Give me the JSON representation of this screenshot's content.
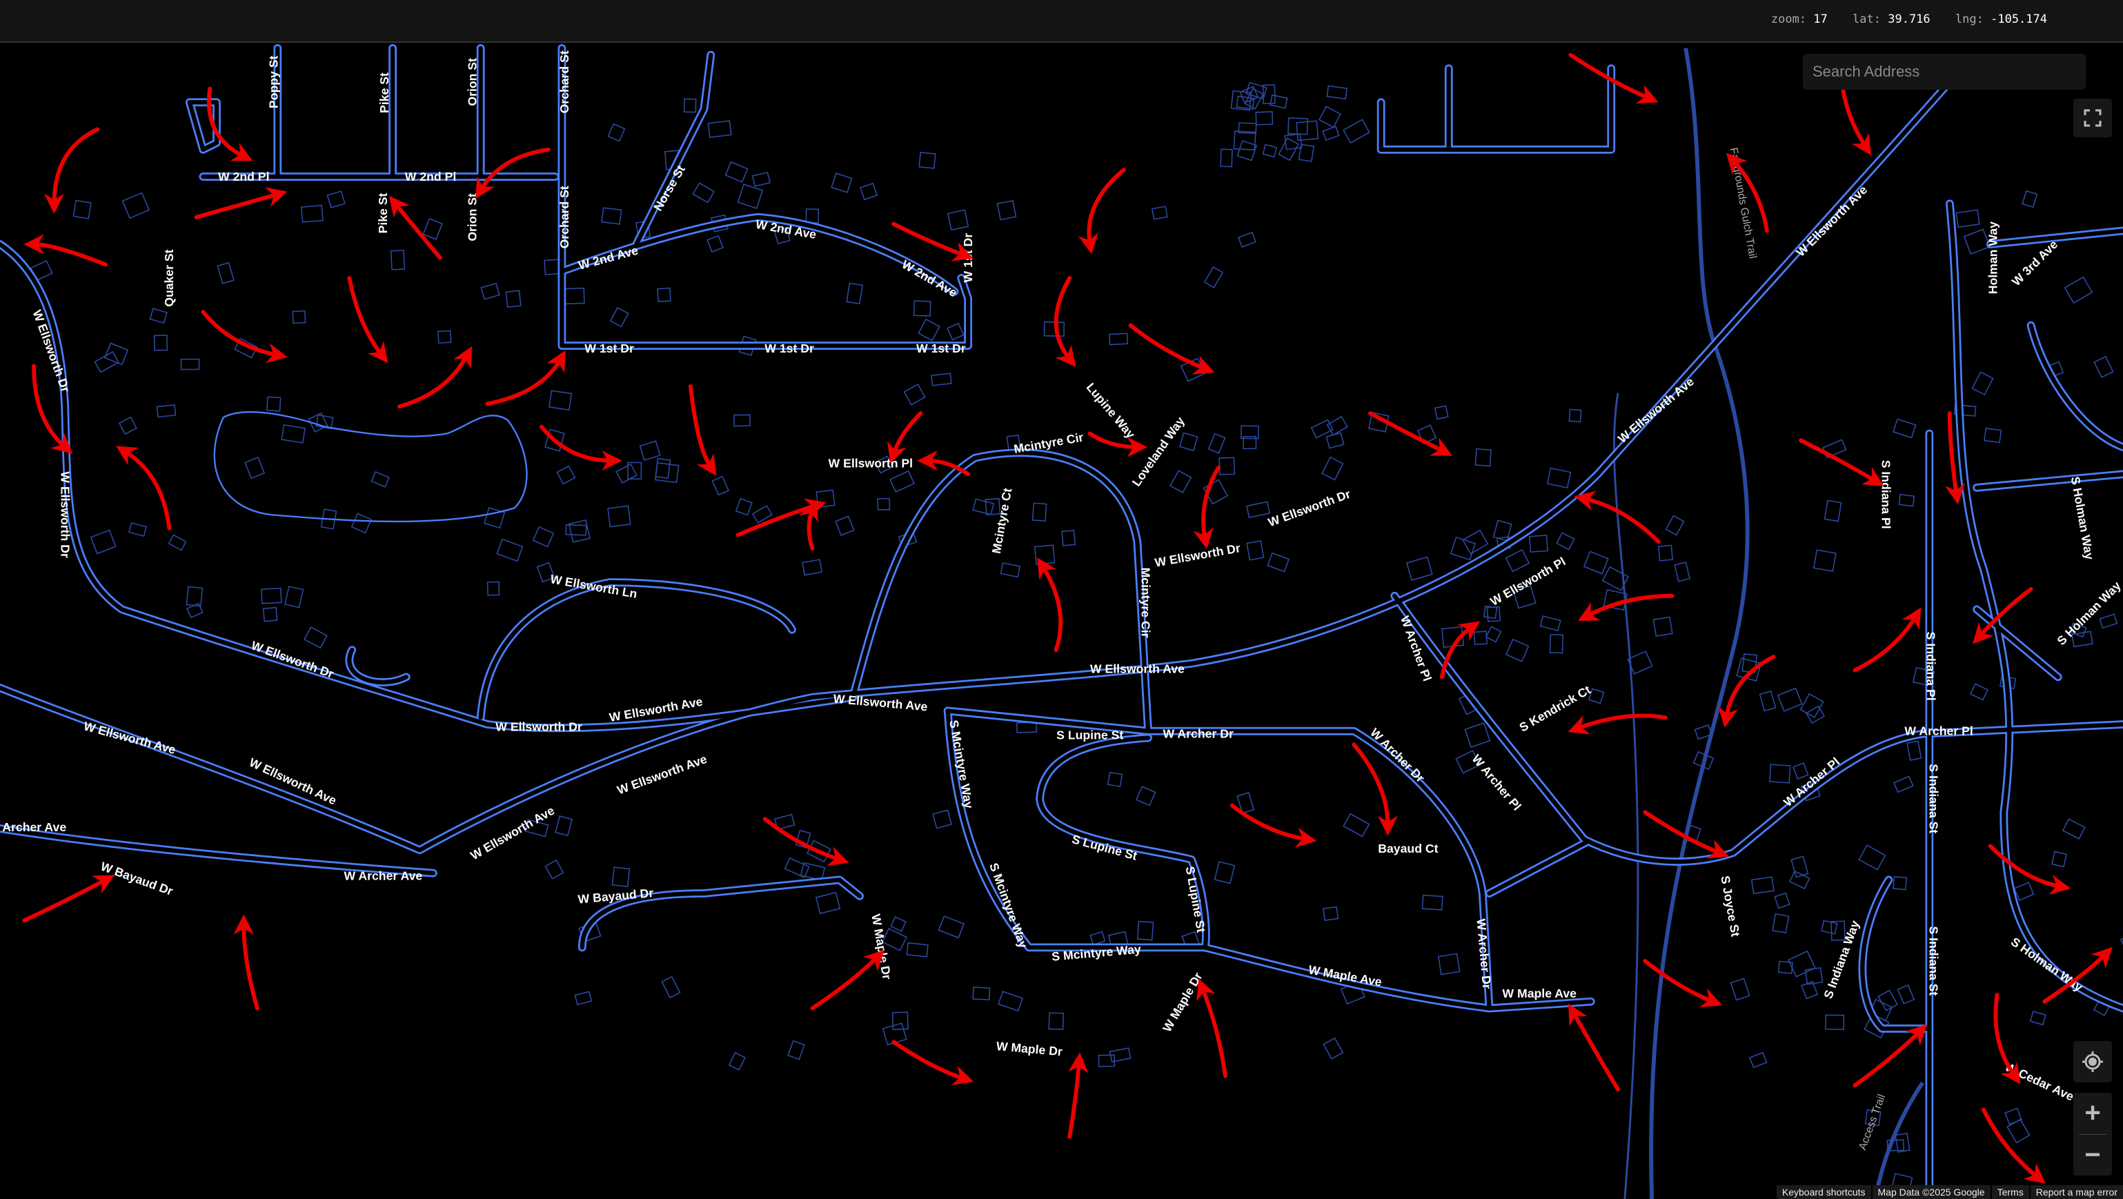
{
  "status": {
    "zoom_label": "zoom:",
    "zoom": "17",
    "lat_label": "lat:",
    "lat": "39.716",
    "lng_label": "lng:",
    "lng": "-105.174"
  },
  "search": {
    "placeholder": "Search Address"
  },
  "controls": {
    "fullscreen_icon": "fullscreen-icon",
    "locate_icon": "crosshair-icon",
    "zoom_in": "+",
    "zoom_out": "−"
  },
  "attribution": {
    "shortcuts": "Keyboard shortcuts",
    "map_data": "Map Data ©2025 Google",
    "terms": "Terms",
    "report": "Report a map error"
  },
  "colors": {
    "road": "#4a7fff",
    "building": "#2a4aa0",
    "arrow": "#e00000",
    "background": "#000000"
  },
  "streets": [
    "W 2nd Pl",
    "W 2nd Pl",
    "Poppy St",
    "Pike St",
    "Pike St",
    "Orion St",
    "Orion St",
    "Orchard St",
    "Orchard St",
    "Quaker St",
    "Norse St",
    "W 2nd Ave",
    "W 2nd Ave",
    "W 2nd Ave",
    "W 1st Dr",
    "W 1st Dr",
    "W 1st Dr",
    "W 1st Dr",
    "W Ellsworth Dr",
    "W Ellsworth Dr",
    "Lupine Way",
    "Loveland Way",
    "Mcintyre Cir",
    "Mcintyre Ct",
    "W Ellsworth Pl",
    "W Ellsworth Ln",
    "W Ellsworth Dr",
    "W Ellsworth Dr",
    "W Ellsworth Dr",
    "W Ellsworth Dr",
    "W Ellsworth Ave",
    "W Ellsworth Ave",
    "W Ellsworth Ave",
    "W Ellsworth Ave",
    "W Ellsworth Ave",
    "W Ellsworth Ave",
    "W Ellsworth Ave",
    "W Ellsworth Ave",
    "W Ellsworth Ave",
    "Mcintyre Cir",
    "W Ellsworth Pl",
    "W Archer Pl",
    "W Archer Pl",
    "S Kendrick Ct",
    "S Lupine St",
    "W Archer Dr",
    "W Archer Dr",
    "S Mcintyre Way",
    "S Lupine St",
    "S Lupine St",
    "Bayaud Ct",
    "W Archer Dr",
    "W Archer Ave",
    "W Bayaud Dr",
    "W Bayaud Dr",
    "W Maple Dr",
    "S Mcintyre Way",
    "S Mcintyre Way",
    "W Maple Dr",
    "W Maple Dr",
    "W Maple Ave",
    "W Maple Ave",
    "S Joyce St",
    "W Archer Pl",
    "W Archer Pl",
    "S Indiana Pl",
    "S Indiana Pl",
    "S Indiana St",
    "S Indiana St",
    "S Indiana Way",
    "S Holman Way",
    "S Holman Way",
    "S Holman Way",
    "Holman Way",
    "W 3rd Ave",
    "W Cedar Ave",
    "Fairgrounds Gulch Trail",
    "Access Trail",
    "W Archer Ave"
  ]
}
